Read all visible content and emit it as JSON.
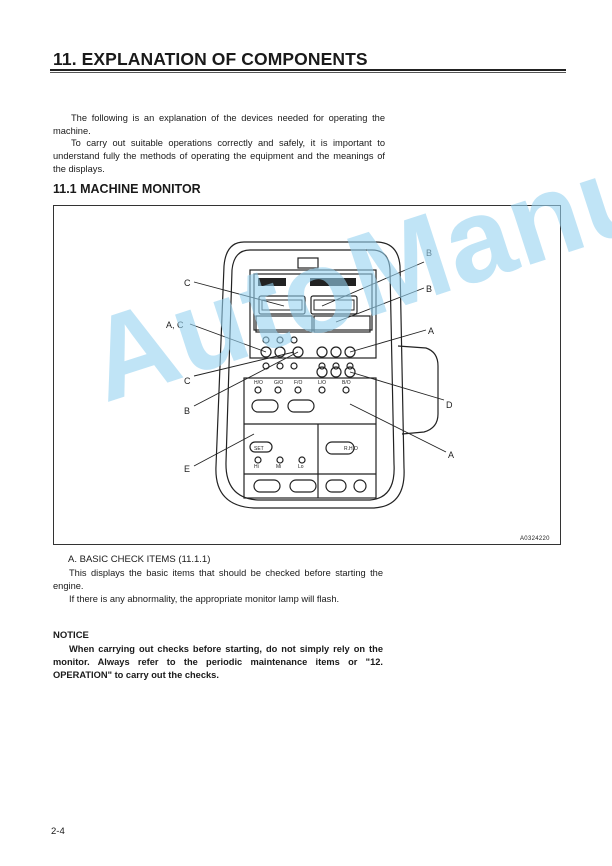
{
  "heading": "11. EXPLANATION OF COMPONENTS",
  "intro": [
    "The following is an explanation of the devices needed for operating the machine.",
    "To carry out suitable operations correctly and safely, it is important to understand fully the methods of operating the equipment and the meanings of the displays."
  ],
  "section_title": "11.1 MACHINE MONITOR",
  "figure": {
    "code": "A0324220",
    "callouts": [
      "A",
      "A, C",
      "B",
      "C",
      "D",
      "E"
    ],
    "panel_labels": {
      "mode_row": [
        "H/O",
        "G/O",
        "F/O",
        "L/O",
        "B/O"
      ],
      "speed_row": [
        "Hi",
        "Mi",
        "Lo"
      ],
      "set_button": "SET",
      "auto_decel": "R.H.O"
    }
  },
  "basic_check": {
    "title": "A. BASIC CHECK ITEMS (11.1.1)",
    "lines": [
      "This displays the basic items that should be checked before starting the engine.",
      "If there is any abnormality, the appropriate monitor lamp will flash."
    ]
  },
  "notice": {
    "title": "NOTICE",
    "text": "When carrying out checks before starting, do not simply rely on the monitor. Always refer to the periodic maintenance items or \"12. OPERATION\" to carry out the checks."
  },
  "watermark": "AutoManual",
  "page_number": "2-4"
}
